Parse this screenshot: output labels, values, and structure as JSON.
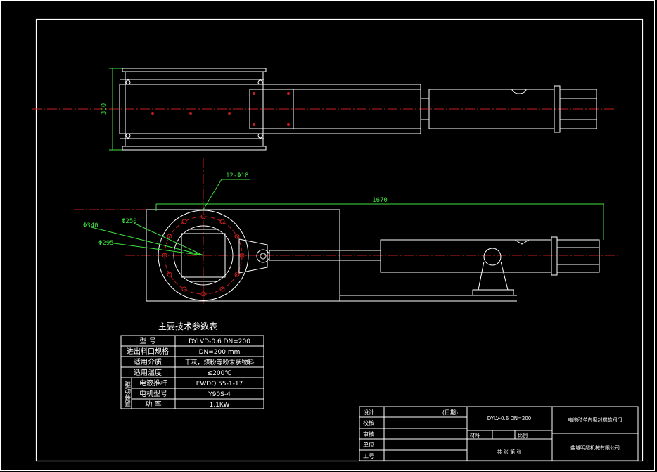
{
  "drawing": {
    "dimension_height": "300",
    "dimension_length": "1670",
    "bolt_callout": "12-Φ18",
    "diameters": [
      "Φ340",
      "Φ250",
      "Φ295"
    ]
  },
  "spec_table": {
    "title": "主要技术参数表",
    "rows": [
      {
        "label": "型    号",
        "value": "DYLVD-0.6 DN=200"
      },
      {
        "label": "进出料口规格",
        "value": "DN=200  mm"
      },
      {
        "label": "适用介质",
        "value": "干灰，煤粉等粉末状物料"
      },
      {
        "label": "适用温度",
        "value": "≤200℃"
      }
    ],
    "drive_group_label": "驱动装置",
    "drive_rows": [
      {
        "label": "电液推杆",
        "value": "EWDQ.55-1-17"
      },
      {
        "label": "电机型号",
        "value": "Y90S-4"
      },
      {
        "label": "功    率",
        "value": "1.1KW"
      }
    ]
  },
  "title_block": {
    "left_labels": [
      "设计",
      "校核",
      "审核",
      "单位",
      "工号"
    ],
    "date_label": "(日期)",
    "model": "DYLV-0.6 DN=200",
    "name": "电液动单向密封蝶旋阀门",
    "material_label": "材料",
    "scale_label": "比例",
    "sheet_text": "共  张    第  张",
    "company": "盐城明超机械有限公司"
  },
  "colors": {
    "background": "#000000",
    "line": "#ffffff",
    "centerline": "#c81e1e",
    "dimension": "#3fe03f"
  }
}
